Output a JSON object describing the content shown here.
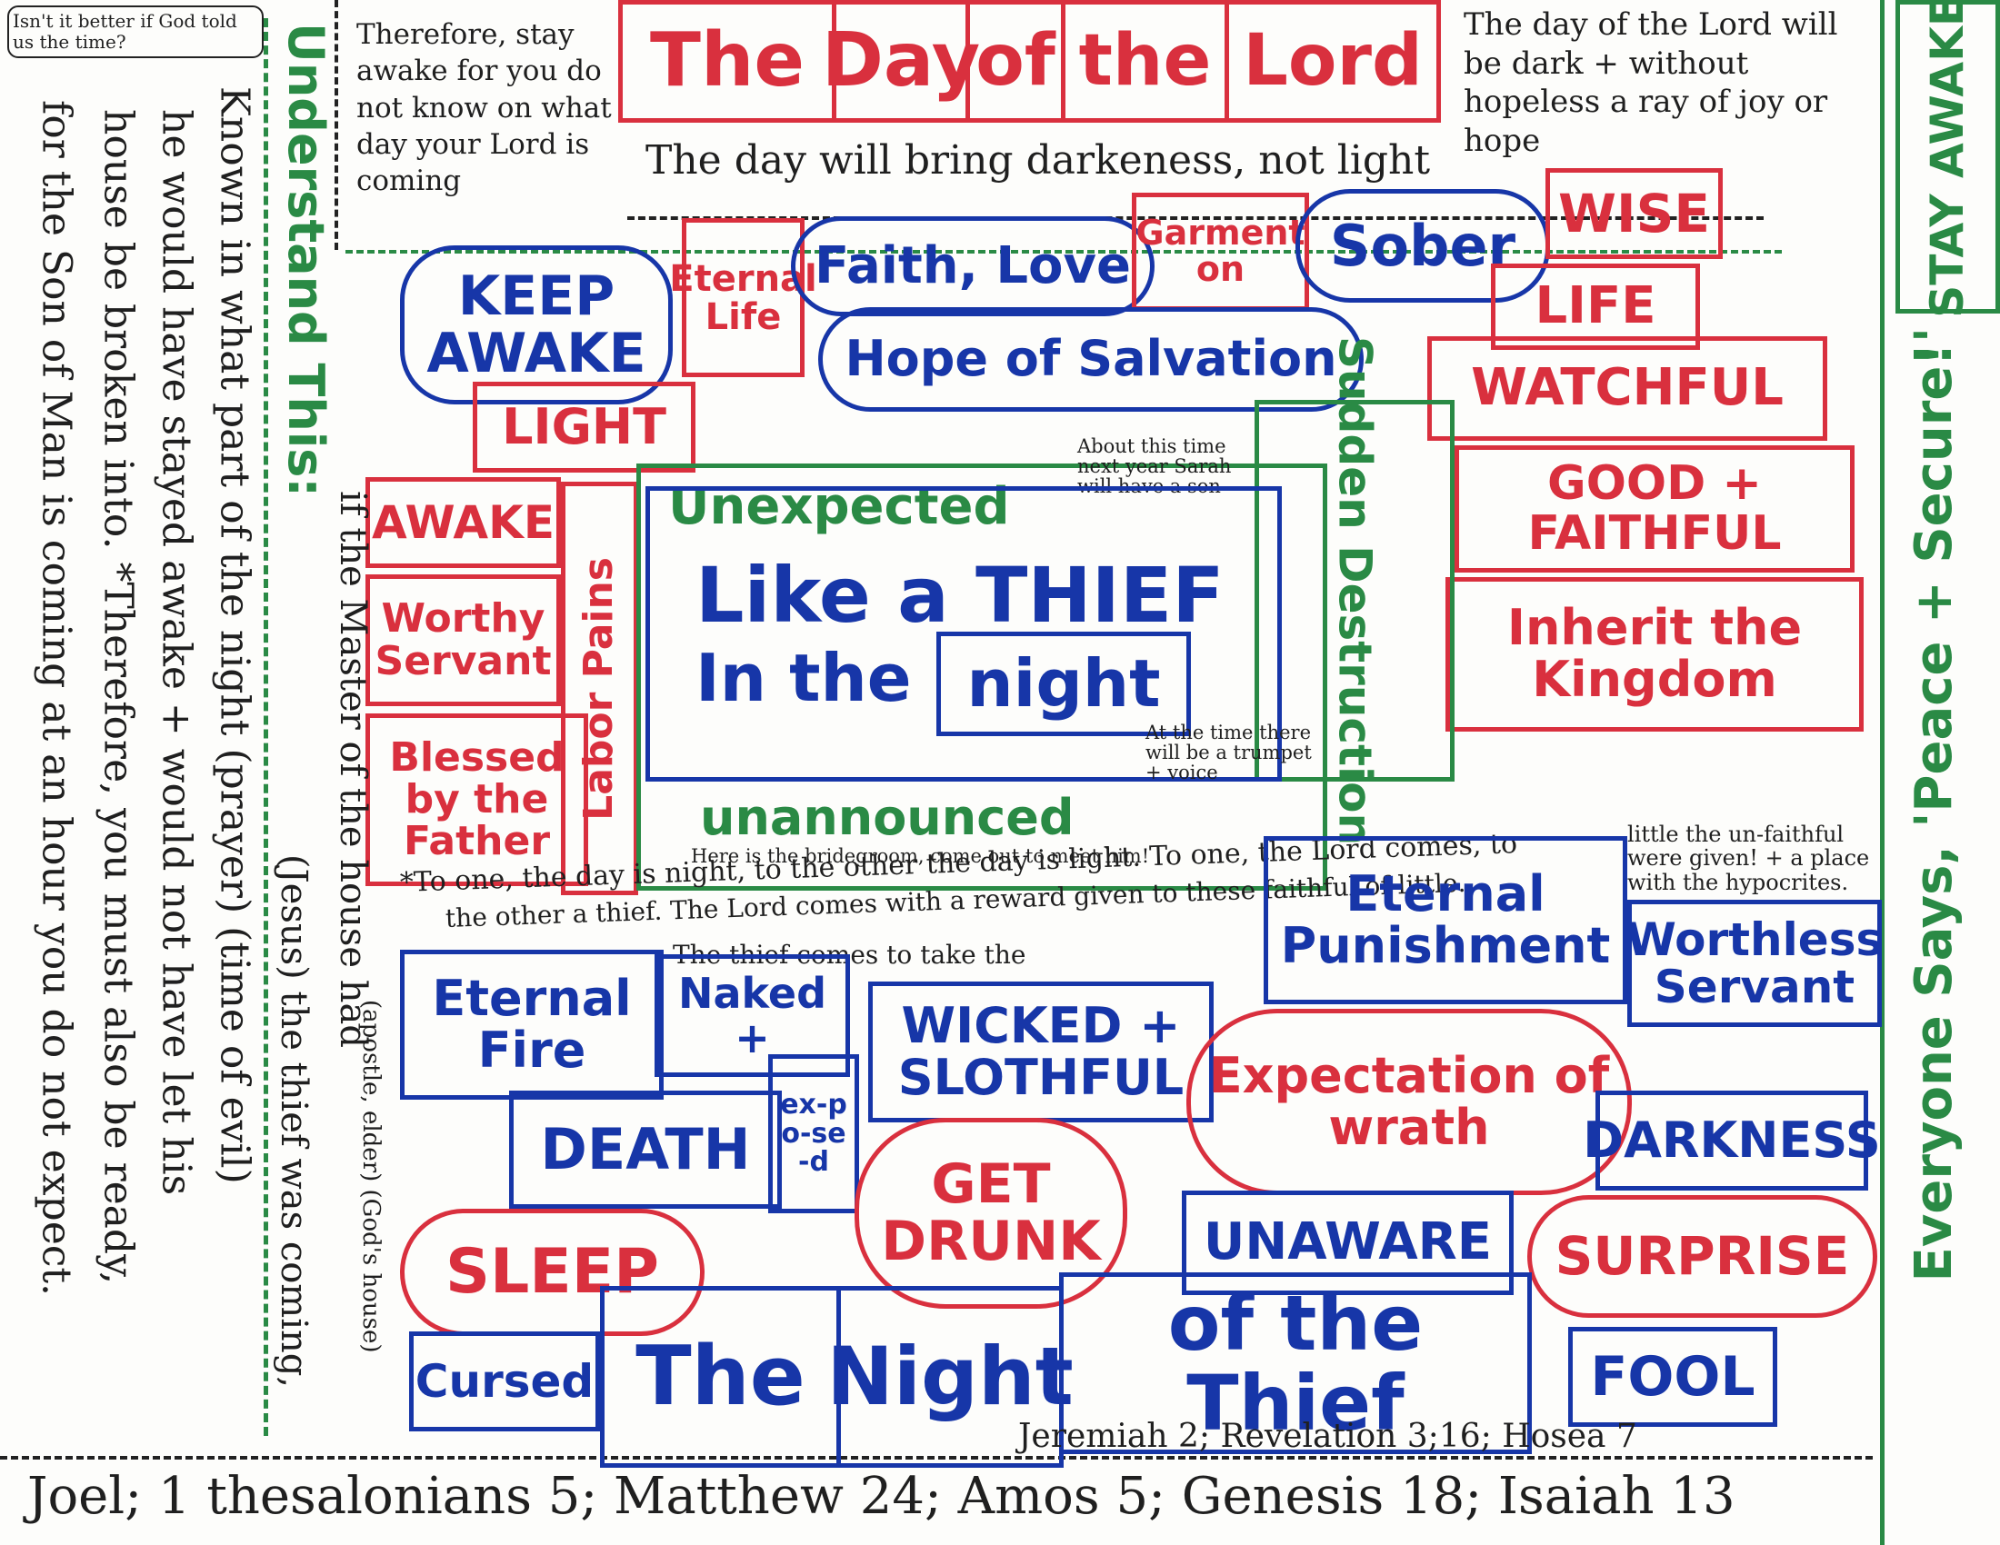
{
  "top": {
    "left_note": "Isn't it better if God told us the time?",
    "stay_note": "Therefore, stay awake for you do not know on what day your Lord is coming",
    "title_words": [
      "The",
      "Day",
      "of",
      "the",
      "Lord"
    ],
    "right_note": "The day of the Lord will be dark + without hopeless a ray of joy or hope",
    "darkness_line": "The day will bring darkeness, not light"
  },
  "day_words": {
    "keep_awake": "KEEP AWAKE",
    "eternal_life": "Eternal Life",
    "faith_love": "Faith, Love",
    "garment": "Garment on",
    "sober": "Sober",
    "wise": "WISE",
    "hope_salvation": "Hope of Salvation",
    "life": "LIFE",
    "light": "LIGHT",
    "watchful": "WATCHFUL",
    "awake": "AWAKE",
    "worthy_servant": "Worthy Servant",
    "blessed": "Blessed by the Father",
    "good_faithful": "GOOD + FAITHFUL",
    "inherit_kingdom": "Inherit the Kingdom"
  },
  "center": {
    "unexpected": "Unexpected",
    "unannounced": "unannounced",
    "labor_pains": "Labor Pains",
    "sudden_destruction": "Sudden Destruction",
    "main_line1": "Like a THIEF",
    "main_line2": "In the",
    "main_night": "night",
    "note_sarah": "About this time next year Sarah will have a son",
    "note_trumpet": "At the time there will be a trumpet + voice",
    "note_bridegroom": "Here is the bridegroom, come out to meet him!"
  },
  "middle_notes": {
    "to_one_day": "*To one, the day is night, to the other the day is light. To one, the Lord comes, to",
    "the_other_thief": "the other a thief. The Lord comes with a reward given to these faithful of little.",
    "thief_take": "The thief comes to take the",
    "little": "little the un-faithful were given! + a place with the hypocrites."
  },
  "night_words": {
    "eternal_fire": "Eternal Fire",
    "naked": "Naked +",
    "exposed": "ex-po-se-d",
    "wicked": "WICKED + SLOTHFUL",
    "eternal_punishment": "Eternal Punishment",
    "worthless_servant": "Worthless Servant",
    "death": "DEATH",
    "expectation_wrath": "Expectation of wrath",
    "darkness": "DARKNESS",
    "get_drunk": "GET DRUNK",
    "unaware": "UNAWARE",
    "sleep": "SLEEP",
    "surprise": "SURPRISE",
    "cursed": "Cursed",
    "fool": "FOOL"
  },
  "bottom_title_words": [
    "The",
    "Night",
    "of the Thief"
  ],
  "left_side": {
    "understand": "Understand This:",
    "col1": "Known in what part of the night (prayer) (time of evil)",
    "col2": "he would have stayed awake + would not have let his",
    "col3": "house be broken into. *Therefore, you must also be ready,",
    "col4": "for the Son of Man is coming at an hour you do not expect.",
    "col5": "if the Master of the house had",
    "col6": "(Jesus) the thief was coming,",
    "col7": "(apostle, elder) (God's house)"
  },
  "right_side": {
    "stay_awake": "STAY AWAKE",
    "everyone": "Everyone Says, 'Peace + Secure!'"
  },
  "references": {
    "line1": "Jeremiah 2; Revelation 3;16; Hosea 7",
    "line2": "Joel; 1 thesalonians 5; Matthew 24; Amos 5; Genesis 18; Isaiah 13"
  }
}
